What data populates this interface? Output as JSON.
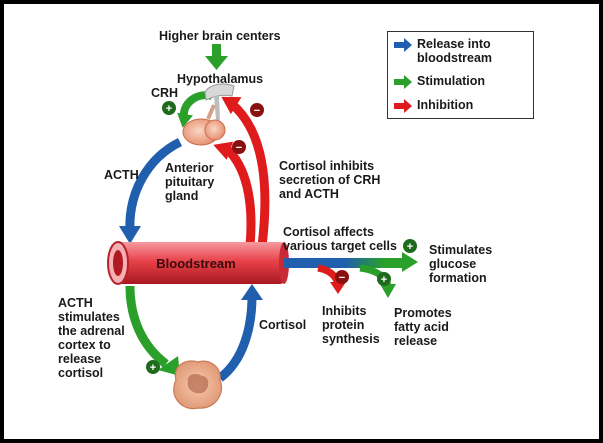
{
  "colors": {
    "release": "#1f5fae",
    "stimulation": "#2aa02a",
    "inhibition": "#e01b1b",
    "bloodstream": "#e8424a",
    "pituitary": "#f2a98a",
    "adrenal": "#f0b28f"
  },
  "legend": [
    {
      "label": "Release into\nbloodstream",
      "icon": "blue-arrow-icon"
    },
    {
      "label": "Stimulation",
      "icon": "green-arrow-icon"
    },
    {
      "label": "Inhibition",
      "icon": "red-arrow-icon"
    }
  ],
  "labels": {
    "higher_brain_centers": "Higher brain centers",
    "hypothalamus": "Hypothalamus",
    "crh": "CRH",
    "acth": "ACTH",
    "anterior_pituitary": "Anterior\npituitary\ngland",
    "cortisol_inhibits": "Cortisol inhibits\nsecretion of CRH\nand ACTH",
    "cortisol_affects": "Cortisol affects\nvarious target cells",
    "bloodstream": "Bloodstream",
    "stimulates_glucose": "Stimulates\nglucose\nformation",
    "inhibits_protein": "Inhibits\nprotein\nsynthesis",
    "promotes_fatty": "Promotes\nfatty acid\nrelease",
    "acth_stimulates": "ACTH\nstimulates\nthe adrenal\ncortex to\nrelease\ncortisol",
    "cortisol": "Cortisol"
  },
  "signs": {
    "plus": "+",
    "minus": "−"
  }
}
